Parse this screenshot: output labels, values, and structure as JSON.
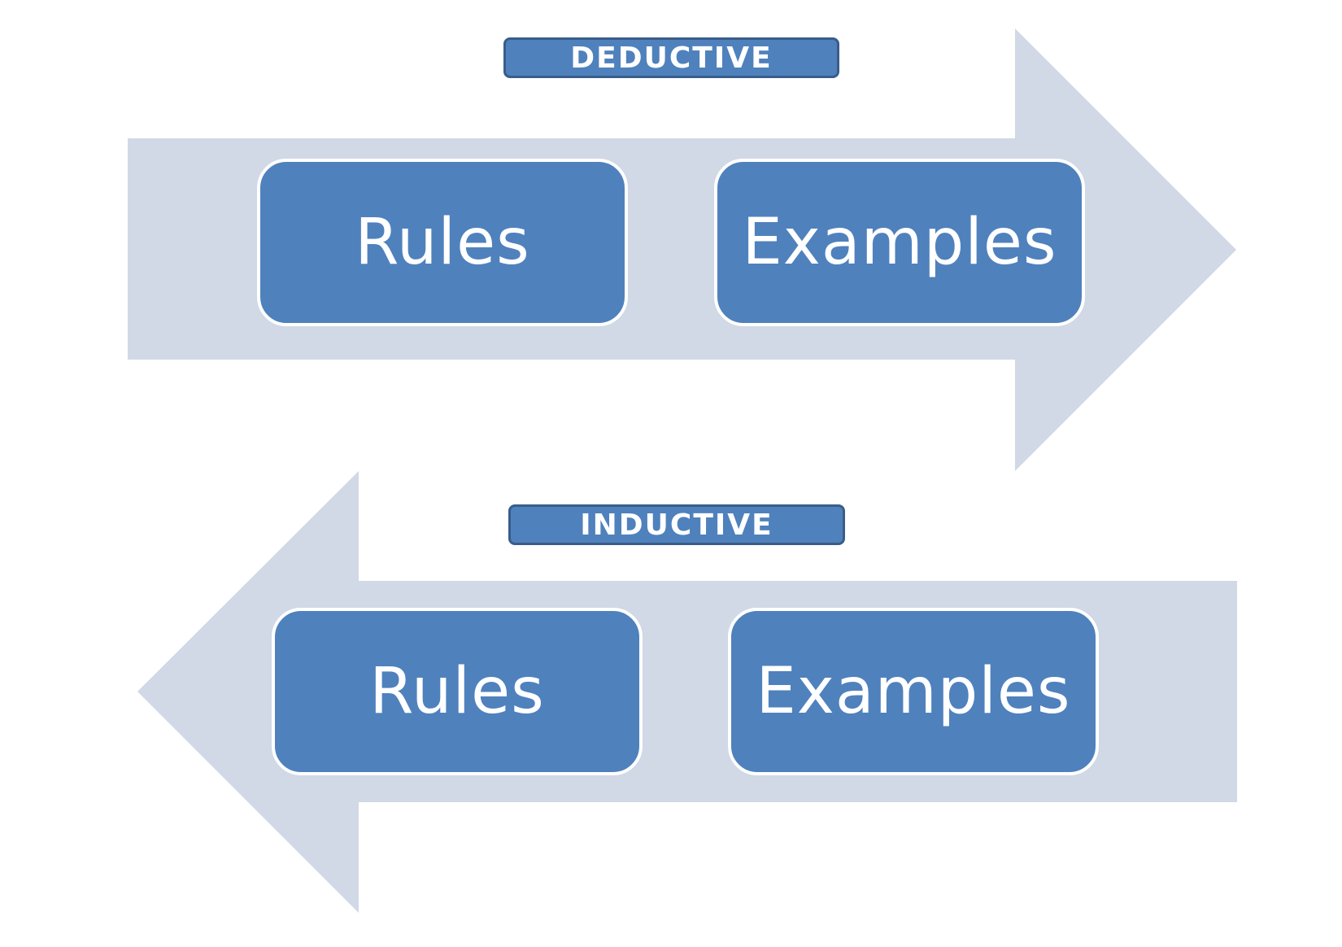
{
  "deductive": {
    "label": "DEDUCTIVE",
    "direction": "right",
    "boxes": [
      "Rules",
      "Examples"
    ]
  },
  "inductive": {
    "label": "INDUCTIVE",
    "direction": "left",
    "boxes": [
      "Rules",
      "Examples"
    ]
  },
  "colors": {
    "arrow": "#d1d8e6",
    "box_fill": "#4f81bd",
    "banner_border": "#385d8a",
    "text": "#ffffff"
  }
}
